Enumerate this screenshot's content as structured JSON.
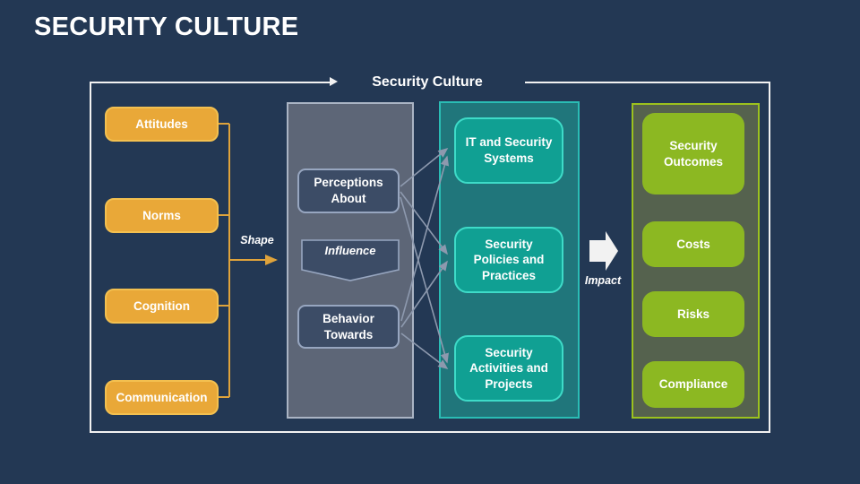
{
  "title": "SECURITY CULTURE",
  "diagram": {
    "heading": "Security Culture",
    "drivers": [
      "Attitudes",
      "Norms",
      "Cognition",
      "Communication"
    ],
    "shape_label": "Shape",
    "mediators": {
      "perceptions": "Perceptions About",
      "influence": "Influence",
      "behavior": "Behavior Towards"
    },
    "targets": [
      "IT and Security Systems",
      "Security Policies and Practices",
      "Security Activities and Projects"
    ],
    "impact_label": "Impact",
    "outcomes": [
      "Security Outcomes",
      "Costs",
      "Risks",
      "Compliance"
    ]
  },
  "colors": {
    "background": "#233854",
    "driver_orange": "#e9a838",
    "driver_border": "#f3c050",
    "panel_gray": "#5d6677",
    "mediator_navy": "#3c4c66",
    "panel_teal": "#20767b",
    "target_teal": "#10a093",
    "target_border": "#3edbc8",
    "panel_green_fill": "#55624e",
    "panel_green_border": "#9cc21e",
    "outcome_green": "#8cb822",
    "connector_gray": "#8d99ae",
    "connector_orange": "#dfa33b",
    "frame_white": "#f2f2f2"
  }
}
